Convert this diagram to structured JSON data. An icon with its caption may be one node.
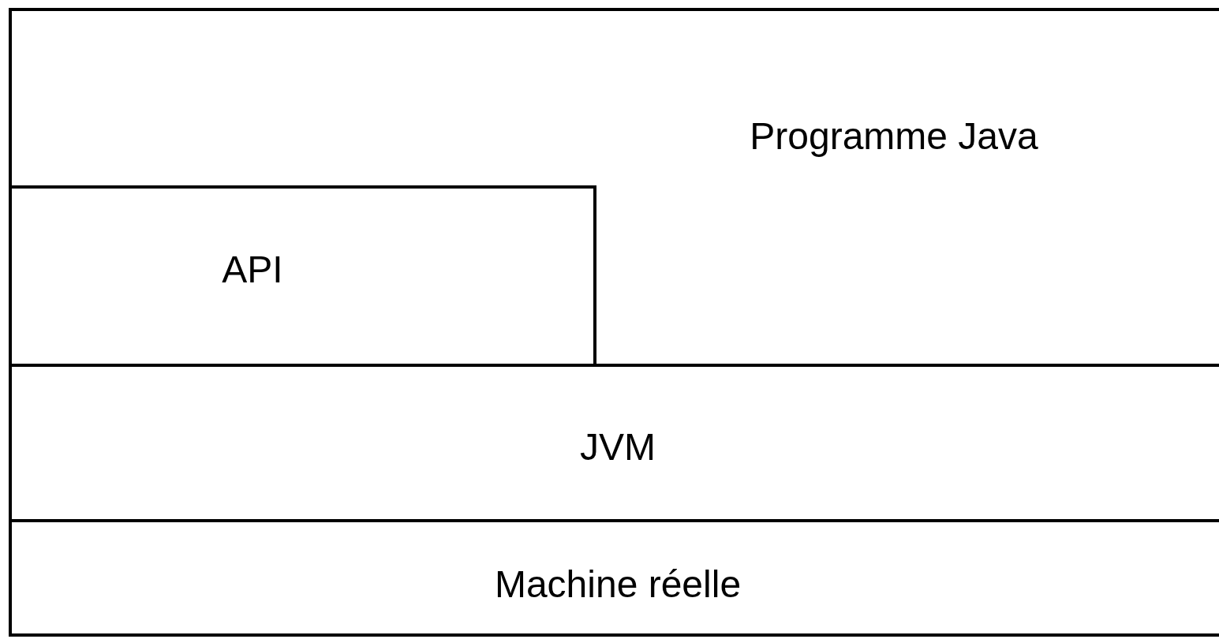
{
  "diagram": {
    "nodes": [
      {
        "text": [
          "Programme Java"
        ]
      },
      {
        "text": [
          "API"
        ],
        "in": 0
      },
      {
        "text": [
          "JVM"
        ]
      },
      {
        "text": [
          "Machine réelle"
        ]
      }
    ]
  }
}
